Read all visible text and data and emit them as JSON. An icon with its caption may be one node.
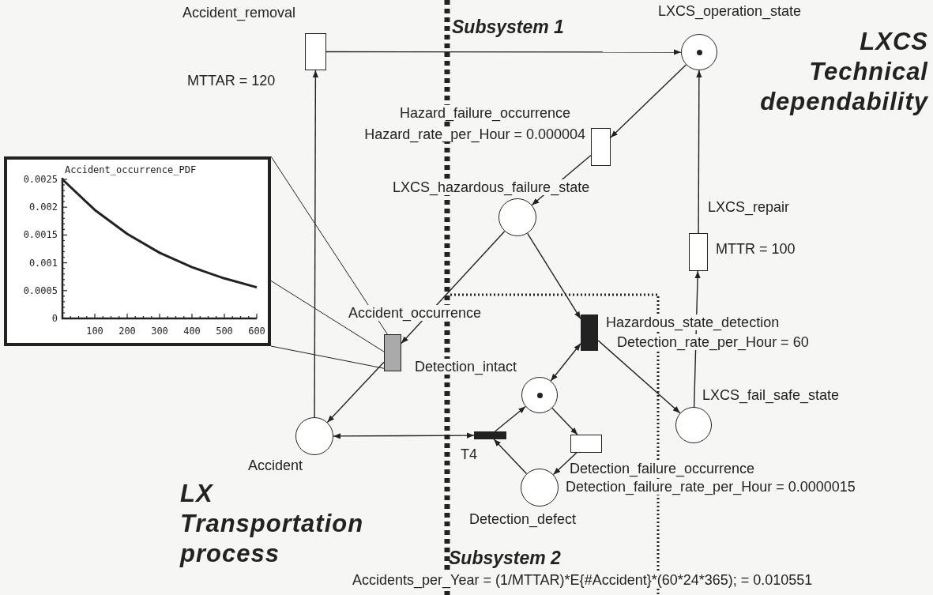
{
  "diagram": {
    "nodes": [
      {
        "text": [
          "Accident_removal"
        ],
        "beside": [
          "MTTAR = 120"
        ]
      },
      {
        "text": [
          "LXCS_operation_state"
        ]
      },
      {
        "text": [
          "Hazard_failure_occurrence"
        ],
        "beside": [
          "Hazard_rate_per_Hour = 0.000004"
        ]
      },
      {
        "text": [
          "LXCS_hazardous_failure_state"
        ]
      },
      {
        "text": [
          "LXCS_repair"
        ],
        "beside": [
          "MTTR = 100"
        ]
      },
      {
        "text": [
          "Accident_occurrence"
        ]
      },
      {
        "text": [
          "Hazardous_state_detection"
        ],
        "beside": [
          "Detection_rate_per_Hour = 60"
        ]
      },
      {
        "text": [
          "Detection_intact"
        ]
      },
      {
        "text": [
          "LXCS_fail_safe_state"
        ]
      },
      {
        "text": [
          "Accident"
        ]
      },
      {
        "text": [
          "T4"
        ]
      },
      {
        "text": [
          "Detection_failure_occurrence"
        ]
      },
      {
        "text": [
          "Detection_defect"
        ]
      },
      {
        "text": [],
        "shape": "box"
      }
    ],
    "edges": [
      {
        "from": 0,
        "to": 1,
        "arrow": "to"
      },
      {
        "from": 9,
        "to": 0,
        "arrow": "to"
      },
      {
        "from": 1,
        "to": 2,
        "arrow": "to"
      },
      {
        "from": 2,
        "to": 3,
        "arrow": "to"
      },
      {
        "from": 3,
        "to": 5,
        "arrow": "to"
      },
      {
        "from": 3,
        "to": 6,
        "arrow": "to"
      },
      {
        "from": 4,
        "to": 1,
        "arrow": "to"
      },
      {
        "from": 8,
        "to": 4,
        "arrow": "to"
      },
      {
        "from": 5,
        "to": 9,
        "arrow": "to"
      },
      {
        "from": 6,
        "to": 8,
        "arrow": "to"
      },
      {
        "from": 6,
        "to": 7,
        "arrow": "both"
      },
      {
        "from": 9,
        "to": 10,
        "arrow": "both"
      },
      {
        "from": 10,
        "to": 7,
        "arrow": "to"
      },
      {
        "from": 7,
        "to": 11,
        "arrow": "to"
      },
      {
        "from": 11,
        "to": 12,
        "arrow": "to"
      },
      {
        "from": 12,
        "to": 10,
        "arrow": "to"
      },
      {
        "from": 13,
        "to": 5,
        "arrow": "none"
      },
      {
        "from": 13,
        "to": 5,
        "arrow": "none"
      },
      {
        "from": 13,
        "to": 5,
        "arrow": "none"
      }
    ],
    "labels": [
      "Subsystem 1",
      "LXCS Technical dependability",
      "LX Transportation process",
      "Detection_failure_rate_per_Hour = 0.0000015",
      "Subsystem 2",
      "Accidents_per_Year = (1/MTTAR)*E{#Accident}*(60*24*365); = 0.010551"
    ],
    "chart_data": {
      "type": "line",
      "title": "Accident_occurrence_PDF",
      "x": [
        0,
        100,
        200,
        300,
        400,
        500,
        600
      ],
      "series": [
        {
          "values": [
            0.0025,
            0.00195,
            0.00152,
            0.00118,
            0.00092,
            0.00072,
            0.00056
          ]
        }
      ],
      "xlim": [
        0,
        600
      ],
      "ylim": [
        0,
        0.0025
      ],
      "xticks": [
        100,
        200,
        300,
        400,
        500,
        600
      ],
      "yticks": [
        0,
        0.0005,
        0.001,
        0.0015,
        0.002,
        0.0025
      ]
    }
  }
}
